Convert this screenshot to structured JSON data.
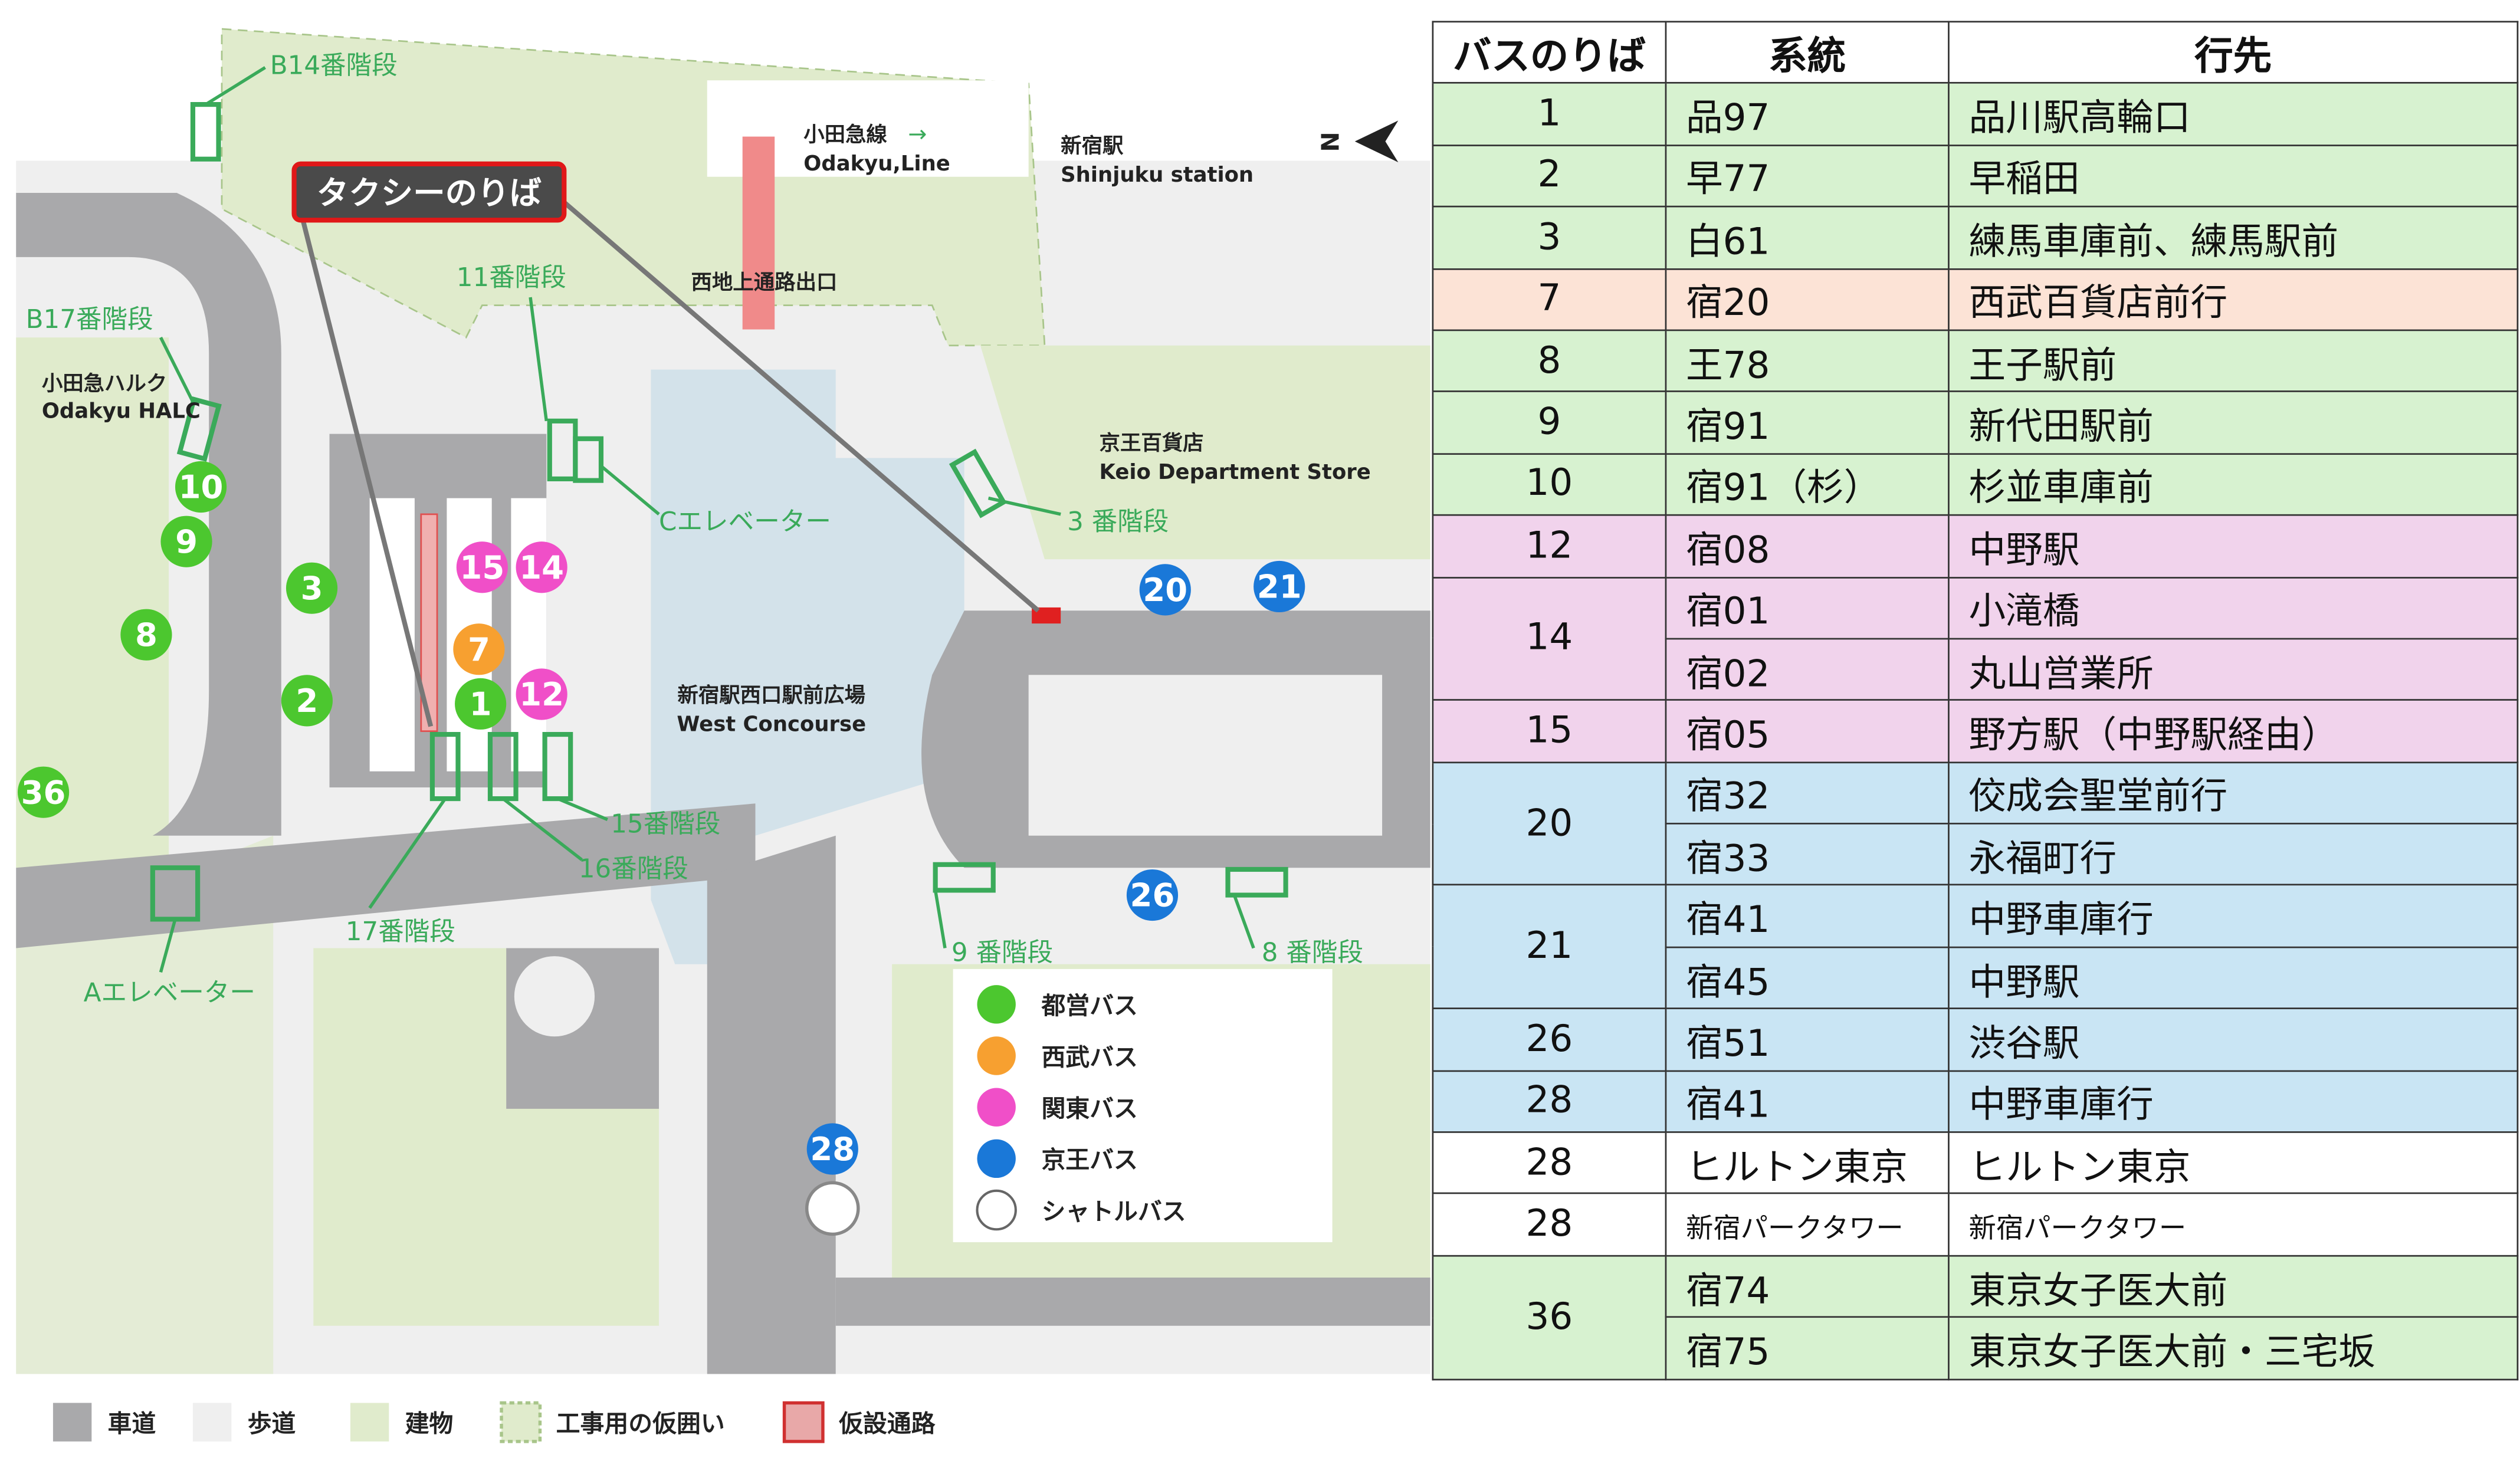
{
  "map": {
    "labels": {
      "b14_stairs": "B14番階段",
      "taxi": "タクシーのりば",
      "odakyu_line_jp": "小田急線",
      "odakyu_line_en": "Odakyu,Line",
      "shinjuku_station_jp": "新宿駅",
      "shinjuku_station_en": "Shinjuku station",
      "north": "N",
      "west_exit": "西地上通路出口",
      "stairs_11": "11番階段",
      "b17_stairs": "B17番階段",
      "halc_jp": "小田急ハルク",
      "halc_en": "Odakyu HALC",
      "c_elevator": "Cエレベーター",
      "keio_jp": "京王百貨店",
      "keio_en": "Keio Department Store",
      "stairs_3": "3 番階段",
      "concourse_jp": "新宿駅西口駅前広場",
      "concourse_en": "West Concourse",
      "stairs_15": "15番階段",
      "stairs_16": "16番階段",
      "stairs_17": "17番階段",
      "a_elevator": "Aエレベーター",
      "stairs_9": "9 番階段",
      "stairs_8": "8 番階段"
    },
    "stops": [
      {
        "num": "10",
        "color": "#4cc72f"
      },
      {
        "num": "9",
        "color": "#4cc72f"
      },
      {
        "num": "8",
        "color": "#4cc72f"
      },
      {
        "num": "36",
        "color": "#4cc72f"
      },
      {
        "num": "3",
        "color": "#4cc72f"
      },
      {
        "num": "2",
        "color": "#4cc72f"
      },
      {
        "num": "15",
        "color": "#f04fc8"
      },
      {
        "num": "14",
        "color": "#f04fc8"
      },
      {
        "num": "7",
        "color": "#f7a030"
      },
      {
        "num": "1",
        "color": "#4cc72f"
      },
      {
        "num": "12",
        "color": "#f04fc8"
      },
      {
        "num": "20",
        "color": "#1a78d8"
      },
      {
        "num": "21",
        "color": "#1a78d8"
      },
      {
        "num": "26",
        "color": "#1a78d8"
      },
      {
        "num": "28",
        "color": "#1a78d8"
      },
      {
        "num": "28",
        "color": "#ffffff",
        "text_color": "#888888"
      }
    ],
    "legend_operators": [
      {
        "label": "都営バス",
        "color": "#4cc72f"
      },
      {
        "label": "西武バス",
        "color": "#f7a030"
      },
      {
        "label": "関東バス",
        "color": "#f04fc8"
      },
      {
        "label": "京王バス",
        "color": "#1a78d8"
      },
      {
        "label": "シャトルバス",
        "color": "#ffffff"
      }
    ],
    "legend_areas": [
      {
        "label": "車道",
        "color": "#a9a9ab"
      },
      {
        "label": "歩道",
        "color": "#efefef"
      },
      {
        "label": "建物",
        "color": "#e0ebcc"
      },
      {
        "label": "工事用の仮囲い",
        "color": "#e0ebcc"
      },
      {
        "label": "仮設通路",
        "color": "#e8a8a8"
      }
    ]
  },
  "table": {
    "headers": [
      "バスのりば",
      "系統",
      "行先"
    ],
    "rows": [
      {
        "stop": "1",
        "route": "品97",
        "dest": "品川駅高輪口",
        "color": "g"
      },
      {
        "stop": "2",
        "route": "早77",
        "dest": "早稲田",
        "color": "g"
      },
      {
        "stop": "3",
        "route": "白61",
        "dest": "練馬車庫前、練馬駅前",
        "color": "g"
      },
      {
        "stop": "7",
        "route": "宿20",
        "dest": "西武百貨店前行",
        "color": "o"
      },
      {
        "stop": "8",
        "route": "王78",
        "dest": "王子駅前",
        "color": "g"
      },
      {
        "stop": "9",
        "route": "宿91",
        "dest": "新代田駅前",
        "color": "g"
      },
      {
        "stop": "10",
        "route": "宿91（杉）",
        "dest": "杉並車庫前",
        "color": "g"
      },
      {
        "stop": "12",
        "route": "宿08",
        "dest": "中野駅",
        "color": "p"
      },
      {
        "stop": "14",
        "route": "宿01",
        "dest": "小滝橋",
        "color": "p",
        "rowspan": 2
      },
      {
        "route": "宿02",
        "dest": "丸山営業所",
        "color": "p"
      },
      {
        "stop": "15",
        "route": "宿05",
        "dest": "野方駅（中野駅経由）",
        "color": "p"
      },
      {
        "stop": "20",
        "route": "宿32",
        "dest": "佼成会聖堂前行",
        "color": "b",
        "rowspan": 2
      },
      {
        "route": "宿33",
        "dest": "永福町行",
        "color": "b"
      },
      {
        "stop": "21",
        "route": "宿41",
        "dest": "中野車庫行",
        "color": "b",
        "rowspan": 2
      },
      {
        "route": "宿45",
        "dest": "中野駅",
        "color": "b"
      },
      {
        "stop": "26",
        "route": "宿51",
        "dest": "渋谷駅",
        "color": "b"
      },
      {
        "stop": "28",
        "route": "宿41",
        "dest": "中野車庫行",
        "color": "b"
      },
      {
        "stop": "28",
        "route": "ヒルトン東京",
        "dest": "ヒルトン東京",
        "color": "w"
      },
      {
        "stop": "28",
        "route": "新宿パークタワー",
        "dest": "新宿パークタワー",
        "color": "w",
        "small": true
      },
      {
        "stop": "36",
        "route": "宿74",
        "dest": "東京女子医大前",
        "color": "g",
        "rowspan": 2
      },
      {
        "route": "宿75",
        "dest": "東京女子医大前・三宅坂",
        "color": "g"
      }
    ]
  }
}
